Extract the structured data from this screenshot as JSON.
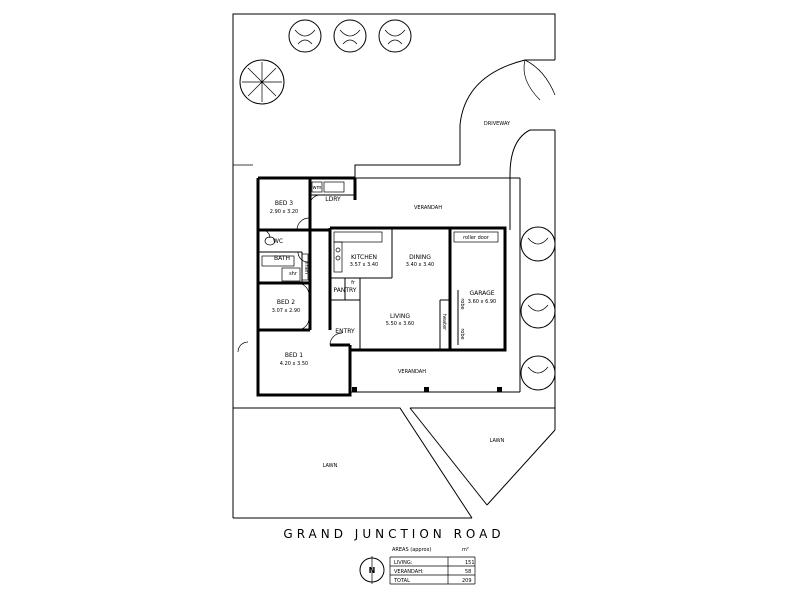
{
  "road_name": "GRAND JUNCTION ROAD",
  "north_label": "N",
  "rooms": {
    "bed3": {
      "name": "BED 3",
      "size": "2.90 x 3.20"
    },
    "ldry": {
      "name": "LDRY"
    },
    "wm": {
      "name": "wm"
    },
    "wc": {
      "name": "WC"
    },
    "bath": {
      "name": "BATH"
    },
    "linen": {
      "name": "linen"
    },
    "shr": {
      "name": "shr"
    },
    "kitchen": {
      "name": "KITCHEN",
      "size": "3.57 x 3.40"
    },
    "dining": {
      "name": "DINING",
      "size": "3.40 x 3.40"
    },
    "pantry": {
      "name": "PANTRY"
    },
    "fr": {
      "name": "fr"
    },
    "bed2": {
      "name": "BED 2",
      "size": "3.07 x 2.90"
    },
    "living": {
      "name": "LIVING",
      "size": "5.50 x 3.60"
    },
    "garage": {
      "name": "GARAGE",
      "size": "3.60 x 6.90"
    },
    "roller_door": {
      "name": "roller door"
    },
    "heater": {
      "name": "heater"
    },
    "robe1": {
      "name": "robe"
    },
    "robe2": {
      "name": "robe"
    },
    "entry": {
      "name": "ENTRY"
    },
    "bed1": {
      "name": "BED 1",
      "size": "4.20 x 3.50"
    }
  },
  "outdoor": {
    "driveway": "DRIVEWAY",
    "verandah_rear": "VERANDAH",
    "verandah_front": "VERANDAH",
    "lawn_left": "LAWN",
    "lawn_right": "LAWN"
  },
  "areas": {
    "title": "AREAS (approx)",
    "unit": "m²",
    "rows": [
      {
        "label": "LIVING:",
        "value": "151"
      },
      {
        "label": "VERANDAH:",
        "value": "58"
      },
      {
        "label": "TOTAL",
        "value": "209"
      }
    ]
  }
}
